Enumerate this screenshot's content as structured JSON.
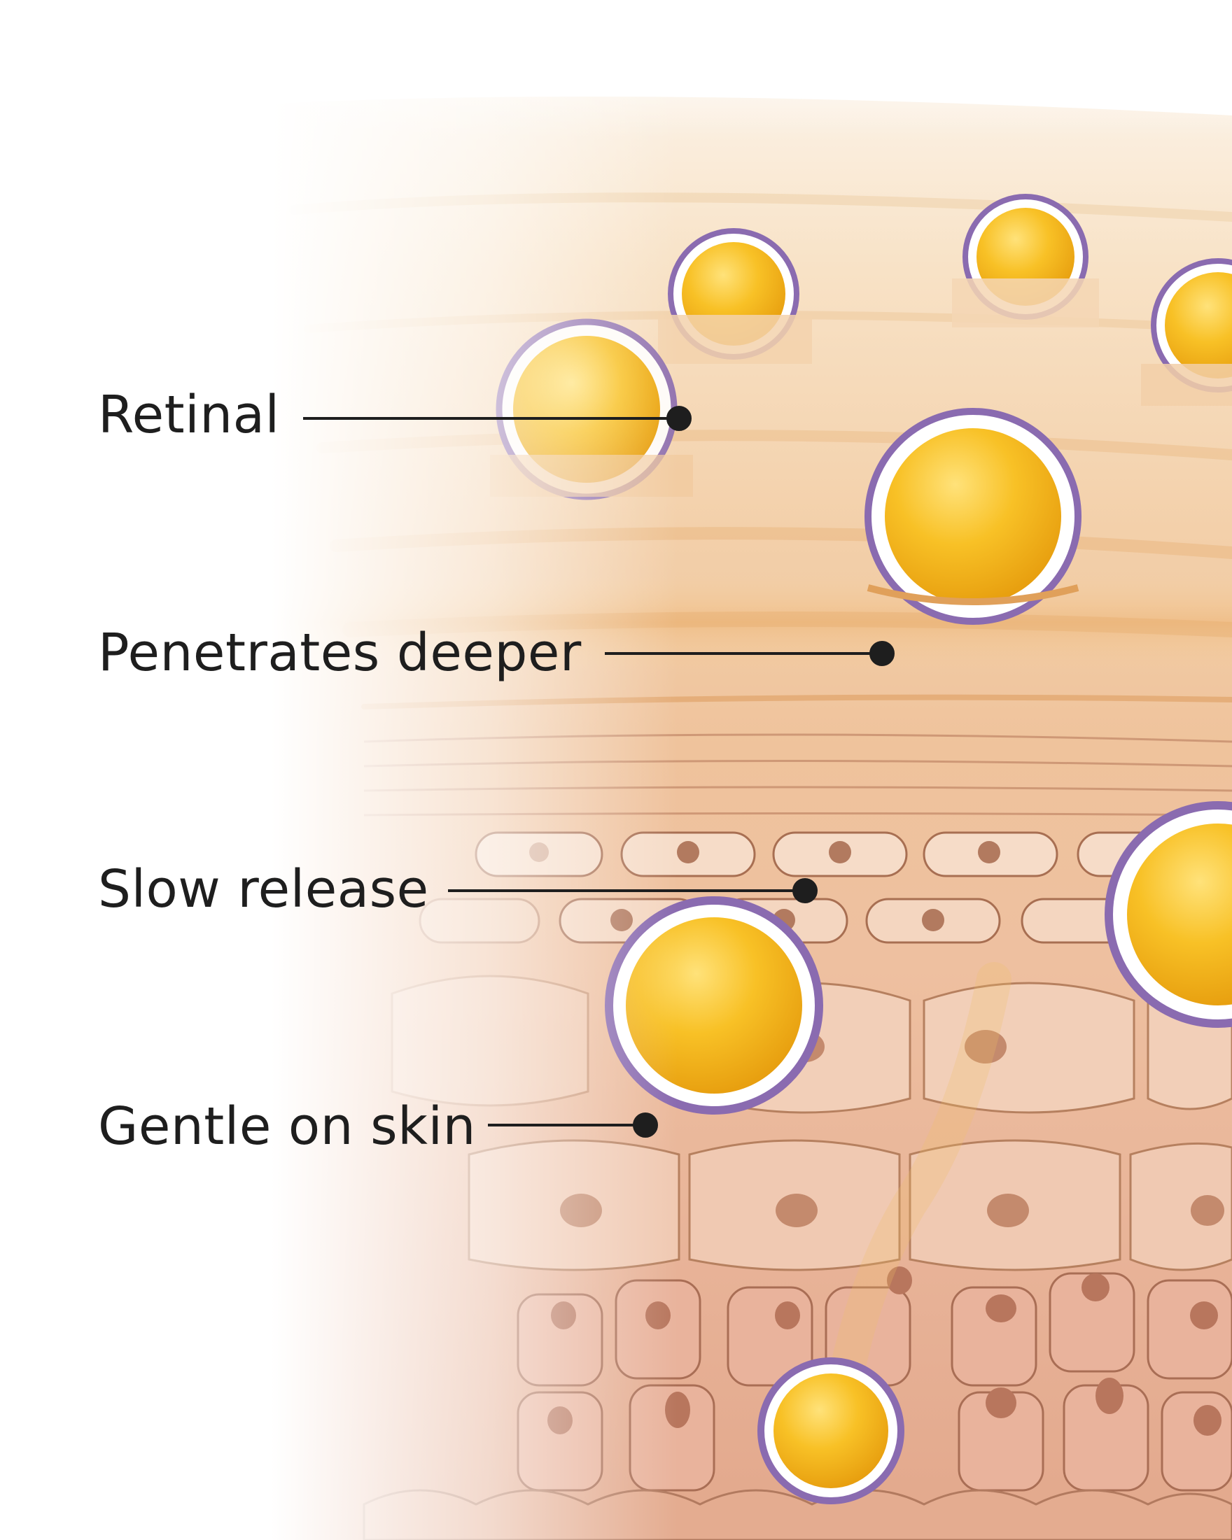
{
  "labels": [
    {
      "id": "retinal",
      "text": "Retinal"
    },
    {
      "id": "penetrates",
      "text": "Penetrates deeper"
    },
    {
      "id": "slow",
      "text": "Slow release"
    },
    {
      "id": "gentle",
      "text": "Gentle on skin"
    }
  ],
  "colors": {
    "background": "#ffffff",
    "skin_top": "#f6dcbc",
    "skin_mid": "#efc9a6",
    "skin_deep": "#e3a98c",
    "cell_outline": "#b07a5e",
    "nucleus": "#c98f76",
    "sphere_core": "#f5b41c",
    "sphere_highlight": "#ffe27a",
    "sphere_membrane": "#8a6bb0",
    "text": "#1e1e1e",
    "pointer": "#1e1e1e"
  },
  "icons": [
    "encapsulated-retinal-sphere-icon",
    "skin-cell-icon",
    "pointer-dot-icon"
  ]
}
